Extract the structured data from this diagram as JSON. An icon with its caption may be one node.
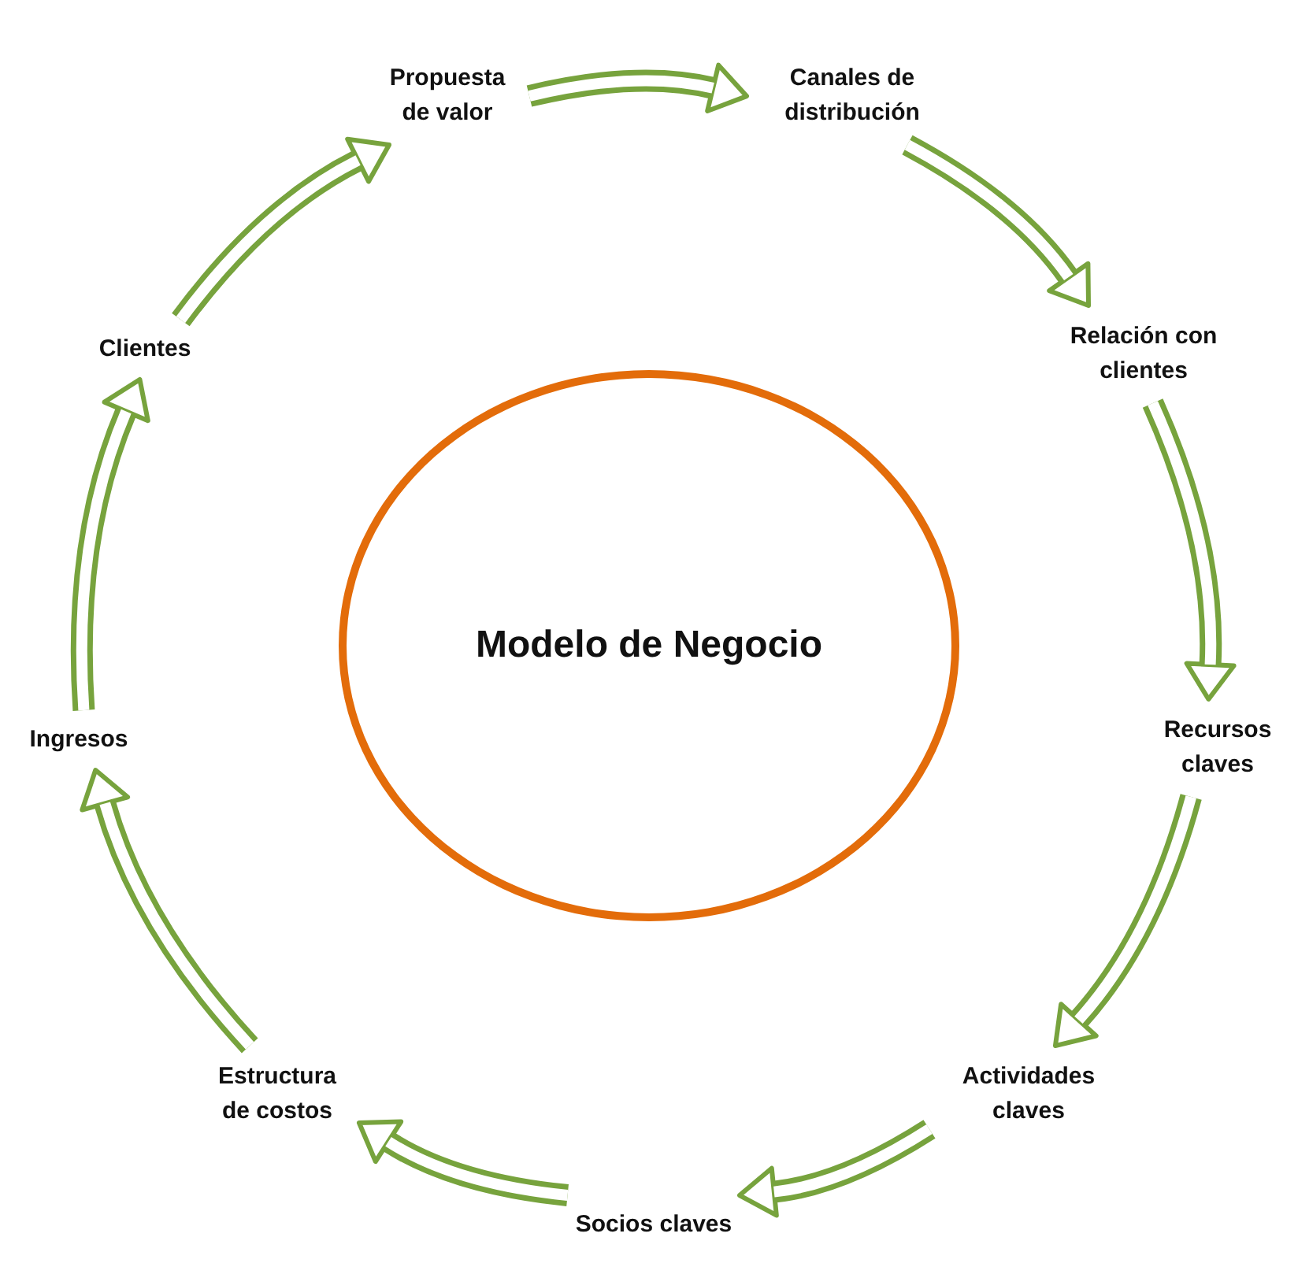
{
  "diagram": {
    "nodes": [
      {
        "text": [
          "Modelo de Negocio"
        ]
      },
      {
        "text": [
          "Propuesta de valor"
        ]
      },
      {
        "text": [
          "Canales de distribución"
        ]
      },
      {
        "text": [
          "Relación con clientes"
        ]
      },
      {
        "text": [
          "Recursos claves"
        ]
      },
      {
        "text": [
          "Actividades claves"
        ]
      },
      {
        "text": [
          "Socios claves"
        ]
      },
      {
        "text": [
          "Estructura de costos"
        ]
      },
      {
        "text": [
          "Ingresos"
        ]
      },
      {
        "text": [
          "Clientes"
        ]
      }
    ],
    "edges": [
      {
        "from": 1,
        "to": 2,
        "arrow": "to"
      },
      {
        "from": 2,
        "to": 3,
        "arrow": "to"
      },
      {
        "from": 3,
        "to": 4,
        "arrow": "to"
      },
      {
        "from": 4,
        "to": 5,
        "arrow": "to"
      },
      {
        "from": 5,
        "to": 6,
        "arrow": "to"
      },
      {
        "from": 6,
        "to": 7,
        "arrow": "to"
      },
      {
        "from": 7,
        "to": 8,
        "arrow": "to"
      },
      {
        "from": 8,
        "to": 9,
        "arrow": "to"
      },
      {
        "from": 9,
        "to": 1,
        "arrow": "to"
      }
    ]
  }
}
